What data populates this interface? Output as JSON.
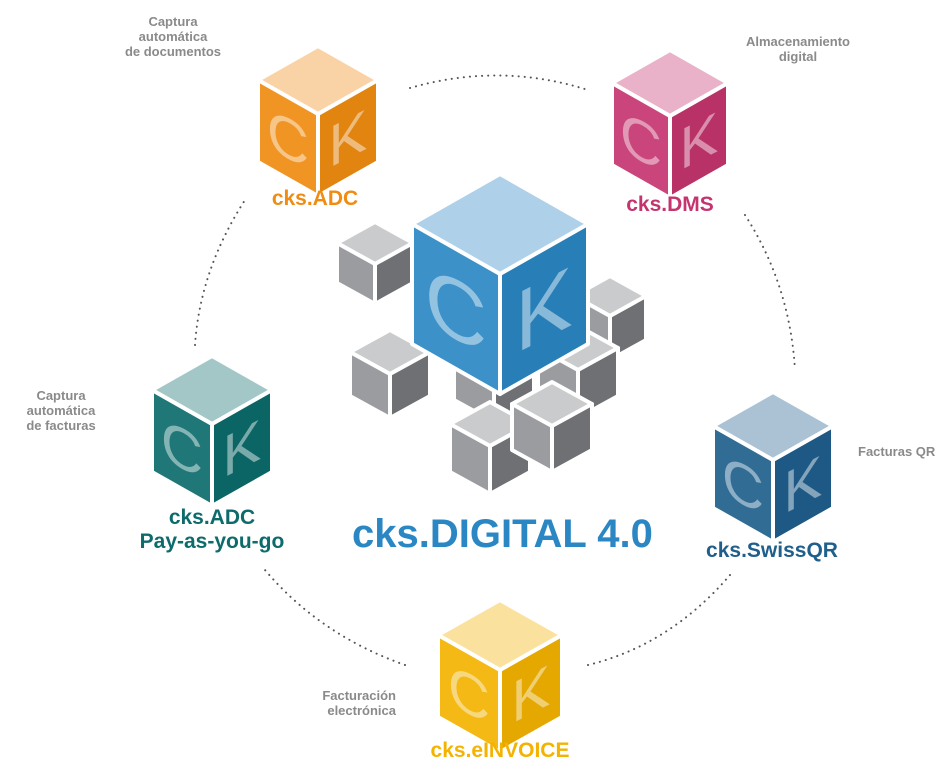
{
  "center": {
    "title": "cks.DIGITAL 4.0",
    "color": "#2b87c4"
  },
  "modules": {
    "adc": {
      "name": "cks.ADC",
      "description": [
        "Captura",
        "automática",
        "de documentos"
      ],
      "color": "#ef8c11",
      "icon": "cube-orange-icon"
    },
    "dms": {
      "name": "cks.DMS",
      "description": [
        "Almacenamiento",
        "digital"
      ],
      "color": "#c4356f",
      "icon": "cube-magenta-icon"
    },
    "swissqr": {
      "name": "cks.SwissQR",
      "description": [
        "Facturas QR"
      ],
      "color": "#1f5f8c",
      "icon": "cube-blue-icon"
    },
    "einvoice": {
      "name": "cks.eINVOICE",
      "description": [
        "Facturación",
        "electrónica"
      ],
      "color": "#f3b300",
      "icon": "cube-yellow-icon"
    },
    "payg": {
      "name": [
        "cks.ADC",
        "Pay-as-you-go"
      ],
      "description": [
        "Captura",
        "automática",
        "de facturas"
      ],
      "color": "#0d6b6b",
      "icon": "cube-teal-icon"
    }
  },
  "colors": {
    "description_text": "#8a8a8a",
    "connector_dots": "#555555",
    "grey_cube_light": "#c9cbcd",
    "grey_cube_mid": "#9a9c9f",
    "grey_cube_dark": "#6e7073"
  }
}
